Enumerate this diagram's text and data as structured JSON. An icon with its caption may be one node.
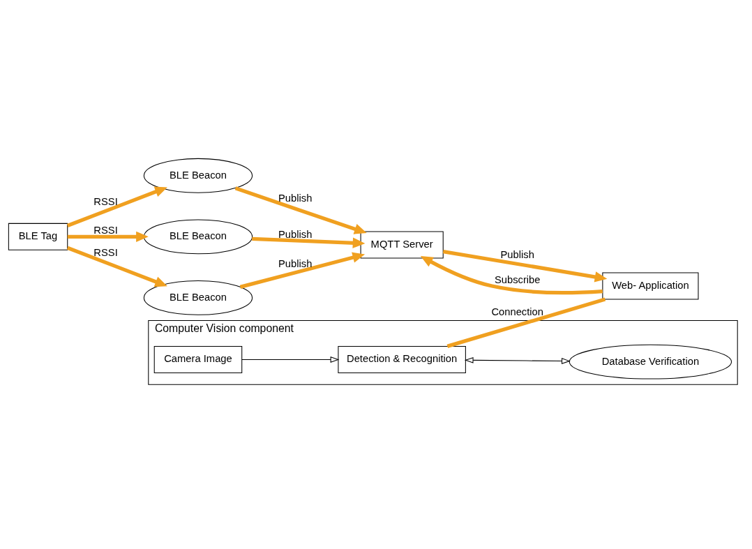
{
  "diagram": {
    "nodes": [
      {
        "text": [
          "BLE Tag"
        ]
      },
      {
        "text": [
          "BLE Beacon"
        ]
      },
      {
        "text": [
          "BLE Beacon"
        ]
      },
      {
        "text": [
          "BLE Beacon"
        ]
      },
      {
        "text": [
          "MQTT Server"
        ]
      },
      {
        "text": [
          "Web- Application"
        ]
      },
      {
        "text": [
          "Computer Vision component"
        ]
      },
      {
        "text": [
          "Camera Image"
        ],
        "in": 6
      },
      {
        "text": [
          "Detection & Recognition"
        ],
        "in": 6
      },
      {
        "text": [
          "Database Verification"
        ],
        "in": 6
      }
    ],
    "edges": [
      {
        "from": 0,
        "to": 1,
        "arrow": "to",
        "label": "RSSI"
      },
      {
        "from": 0,
        "to": 2,
        "arrow": "to",
        "label": "RSSI"
      },
      {
        "from": 0,
        "to": 3,
        "arrow": "to",
        "label": "RSSI"
      },
      {
        "from": 1,
        "to": 4,
        "arrow": "to",
        "label": "Publish"
      },
      {
        "from": 2,
        "to": 4,
        "arrow": "to",
        "label": "Publish"
      },
      {
        "from": 3,
        "to": 4,
        "arrow": "to",
        "label": "Publish"
      },
      {
        "from": 4,
        "to": 5,
        "arrow": "to",
        "label": "Publish"
      },
      {
        "from": 5,
        "to": 4,
        "arrow": "to",
        "label": "Subscribe"
      },
      {
        "from": 7,
        "to": 8,
        "arrow": "to",
        "color": "#000000"
      },
      {
        "from": 8,
        "to": 9,
        "arrow": "both",
        "color": "#000000"
      },
      {
        "from": 8,
        "to": 5,
        "arrow": "none",
        "label": "Connection"
      }
    ]
  }
}
